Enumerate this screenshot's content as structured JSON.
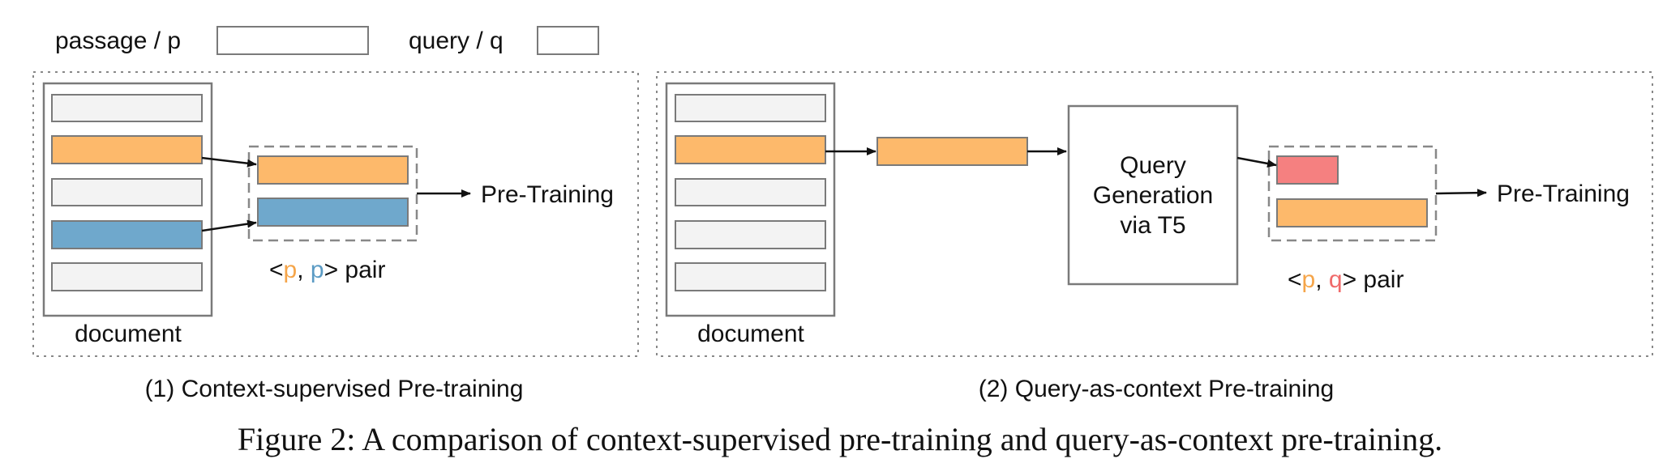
{
  "legend": {
    "passage_label": "passage / p",
    "query_label": "query / q"
  },
  "panel1": {
    "document_label": "document",
    "pair_open": "<",
    "pair_p1": "p",
    "pair_sep": ", ",
    "pair_p2": "p",
    "pair_close": "> pair",
    "target_label": "Pre-Training",
    "title": "(1) Context-supervised Pre-training"
  },
  "panel2": {
    "document_label": "document",
    "generator_line1": "Query",
    "generator_line2": "Generation",
    "generator_line3": "via T5",
    "pair_open": "<",
    "pair_p": "p",
    "pair_sep": ", ",
    "pair_q": "q",
    "pair_close": "> pair",
    "target_label": "Pre-Training",
    "title": "(2) Query-as-context Pre-training"
  },
  "caption": "Figure 2: A comparison of context-supervised pre-training and query-as-context pre-training.",
  "colors": {
    "orange": "#fdb96b",
    "blue": "#6fa8cc",
    "red": "#f58080",
    "light": "#f3f3f3",
    "border": "#7a7a7a"
  }
}
